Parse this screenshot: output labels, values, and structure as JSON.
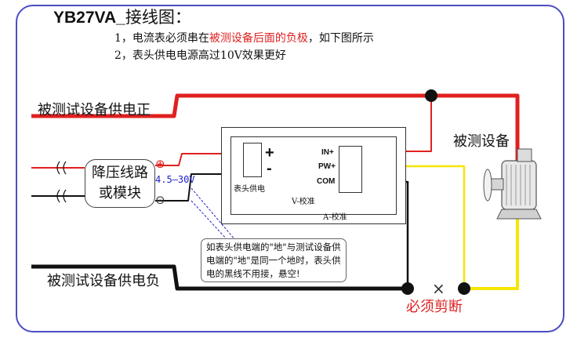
{
  "title": {
    "model": "YB27VA_",
    "heading": "接线图："
  },
  "notes": {
    "line1_prefix": "1，电流表必须串在",
    "line1_highlight": "被测设备后面的负极",
    "line1_suffix": "，如下图所示",
    "line2": "2，表头供电电源高过10V效果更好"
  },
  "labels": {
    "positive_supply": "被测试设备供电正",
    "negative_supply": "被测试设备供电负",
    "device": "被测设备",
    "must_cut": "必须剪断"
  },
  "buck_module": {
    "line1": "降压线路",
    "line2": "或模块"
  },
  "voltage_range": "4.5—30V",
  "polarity": {
    "plus": "+",
    "minus": "-",
    "plus_circle": "⊕",
    "minus_circle": "⊖"
  },
  "meter": {
    "supply_label": "表头供电",
    "pin_in": "IN+",
    "pin_pw": "PW+",
    "pin_com": "COM",
    "v_cal": "V-校准",
    "a_cal": "A-校准"
  },
  "callout": {
    "text": "如表头供电端的\"地\"与测试设备供电端的\"地\"是同一个地时，表头供电的黑线不用接，悬空!"
  },
  "cut_mark": "×",
  "colors": {
    "frame": "#4c4cc4",
    "red_wire": "#e02020",
    "black_wire": "#111111",
    "yellow_wire": "#f5e600",
    "highlight": "#e02020",
    "voltage": "#2222cc"
  }
}
